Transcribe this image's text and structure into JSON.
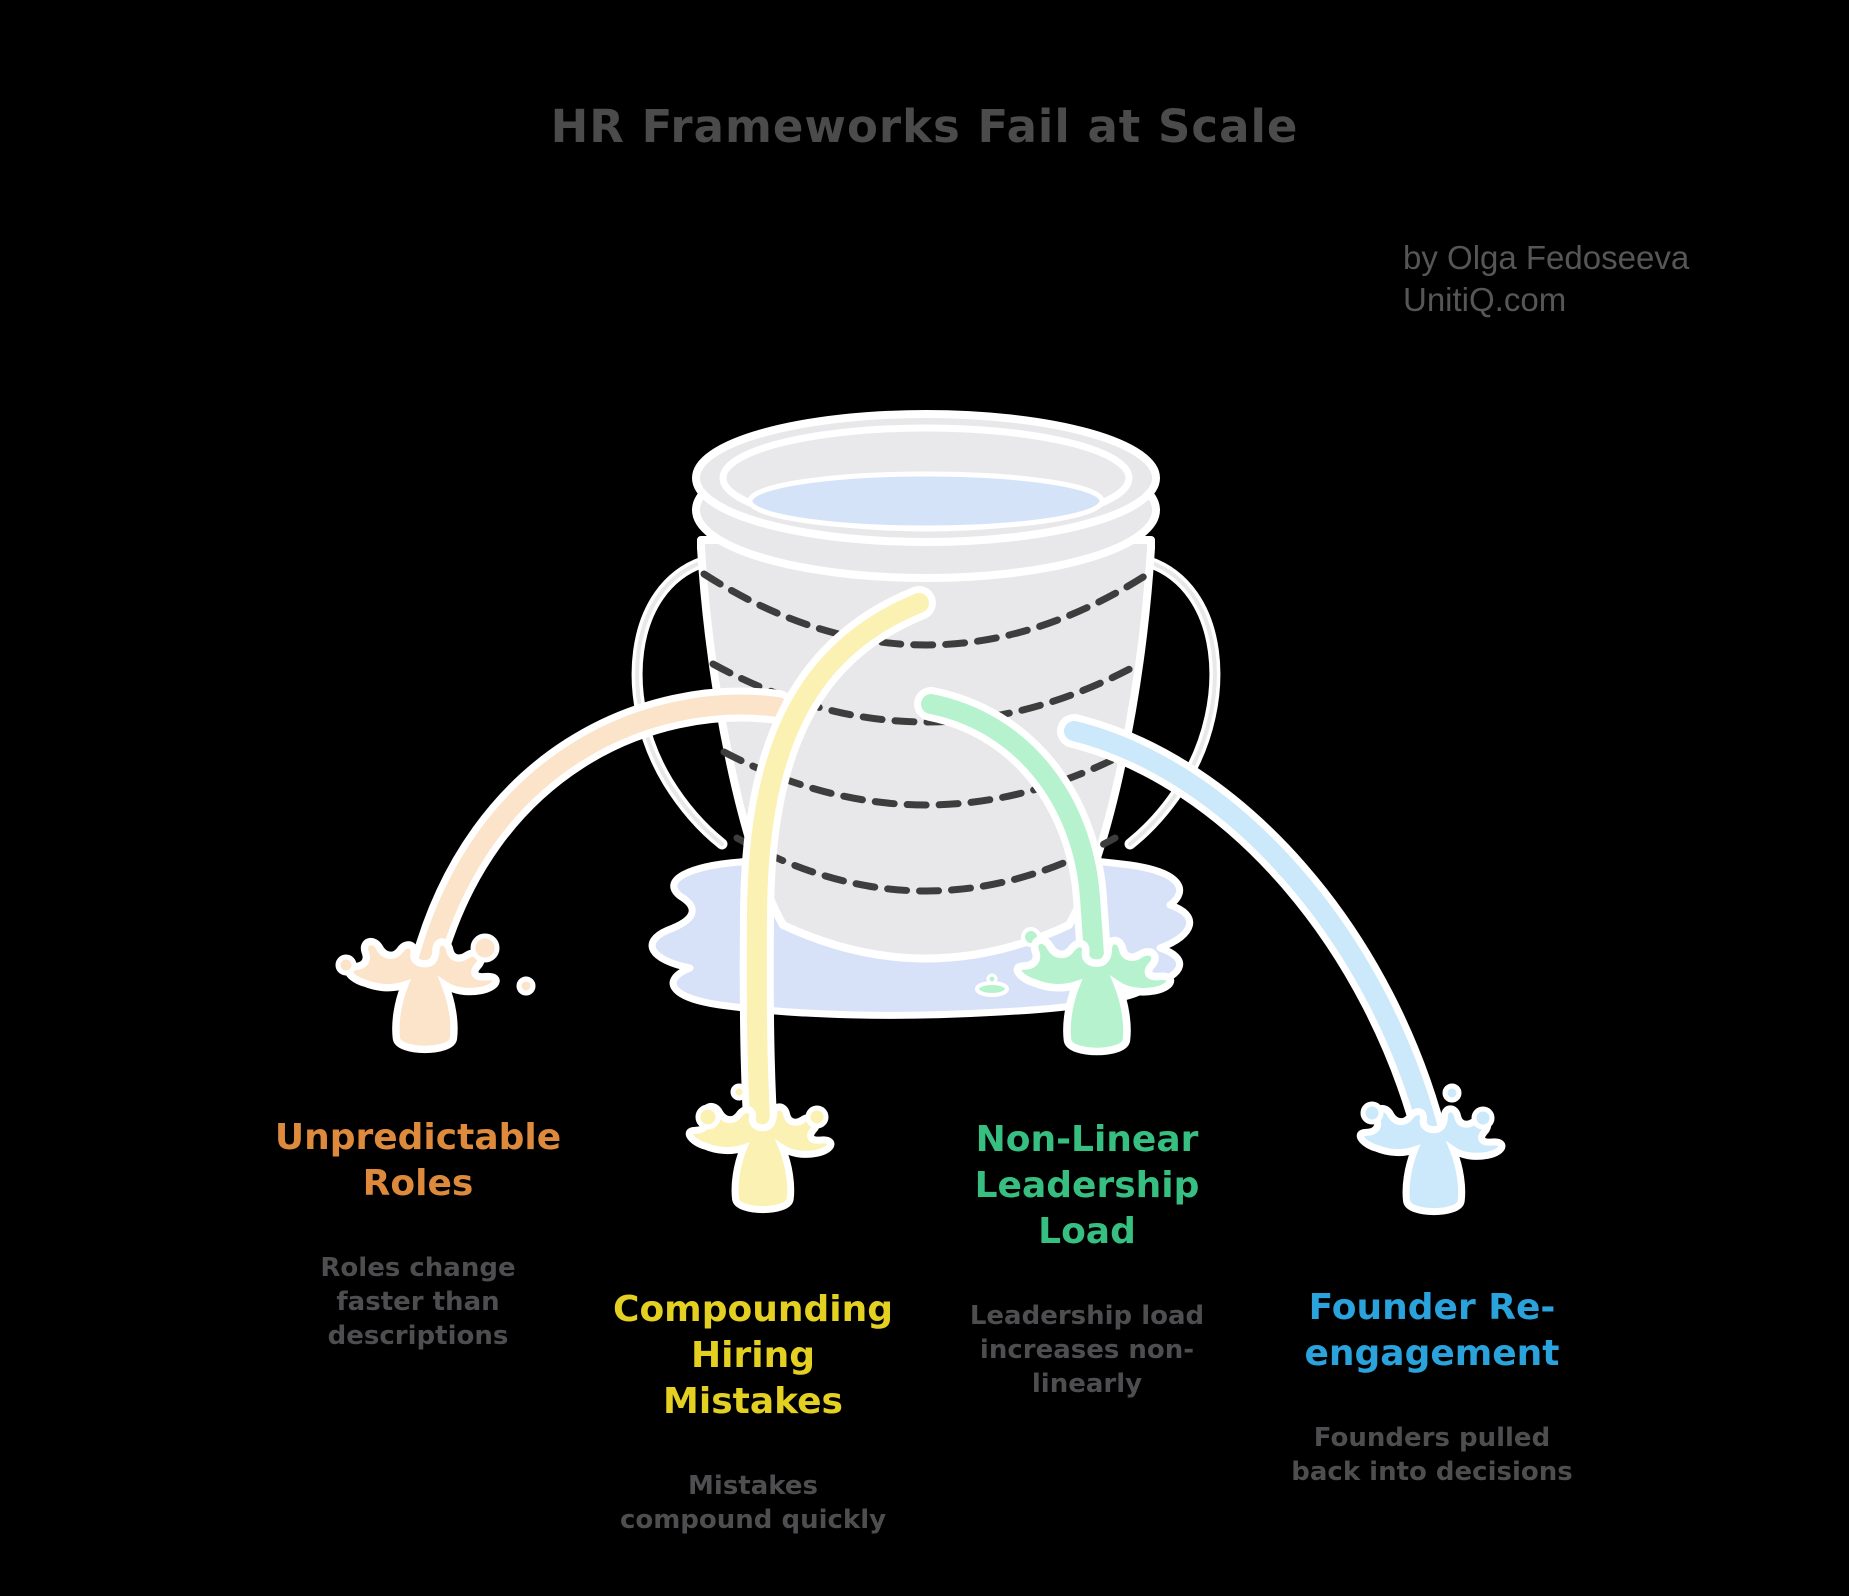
{
  "title": "HR Frameworks Fail at Scale",
  "title_color": "#4b4b4b",
  "background_color": "#000000",
  "byline": {
    "line1": "by Olga Fedoseeva",
    "line2": "UnitiQ.com",
    "color": "#565658"
  },
  "bucket": {
    "body_color": "#e8e8ea",
    "outline_color": "#ffffff",
    "water_color": "#d5e3f8",
    "puddle_color": "#d7e2f8",
    "dash_color": "#3d3d3d"
  },
  "description_color": "#4e4e50",
  "leaks": [
    {
      "id": "unpredictable-roles",
      "heading": "Unpredictable\nRoles",
      "description": "Roles change\nfaster than\ndescriptions",
      "heading_color": "#de8a3c",
      "stream_color": "#fce4cb"
    },
    {
      "id": "compounding-hiring-mistakes",
      "heading": "Compounding\nHiring\nMistakes",
      "description": "Mistakes\ncompound quickly",
      "heading_color": "#e4d021",
      "stream_color": "#faf1b3"
    },
    {
      "id": "non-linear-leadership-load",
      "heading": "Non-Linear\nLeadership\nLoad",
      "description": "Leadership load\nincreases non-\nlinearly",
      "heading_color": "#36bf80",
      "stream_color": "#b7f2cf"
    },
    {
      "id": "founder-re-engagement",
      "heading": "Founder Re-\nengagement",
      "description": "Founders pulled\nback into decisions",
      "heading_color": "#2aa2dc",
      "stream_color": "#cbe9fb"
    }
  ]
}
